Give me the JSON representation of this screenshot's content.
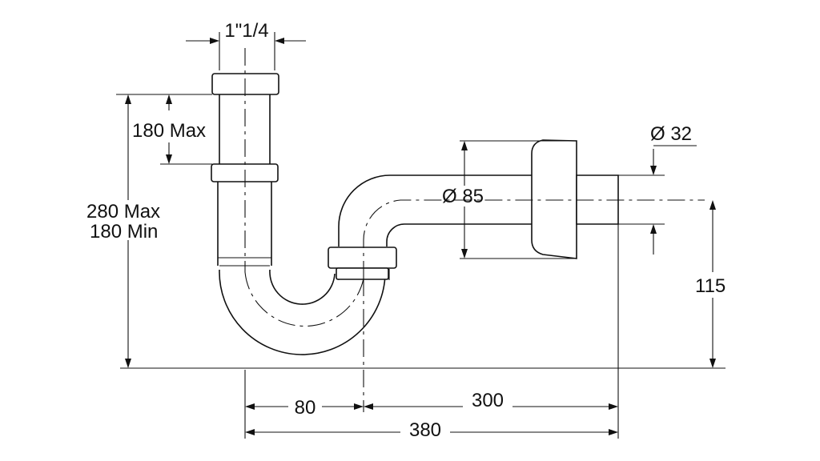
{
  "colors": {
    "line": "#111111",
    "background": "#ffffff"
  },
  "dimensions": {
    "pipe_diameter": "1\"1/4",
    "extension": "180 Max",
    "height_max": "280 Max",
    "height_min": "180 Min",
    "flange_diameter": "Ø 85",
    "outlet_diameter": "Ø 32",
    "outlet_height": "115",
    "trap_width": "80",
    "outlet_length": "300",
    "total_length": "380"
  }
}
